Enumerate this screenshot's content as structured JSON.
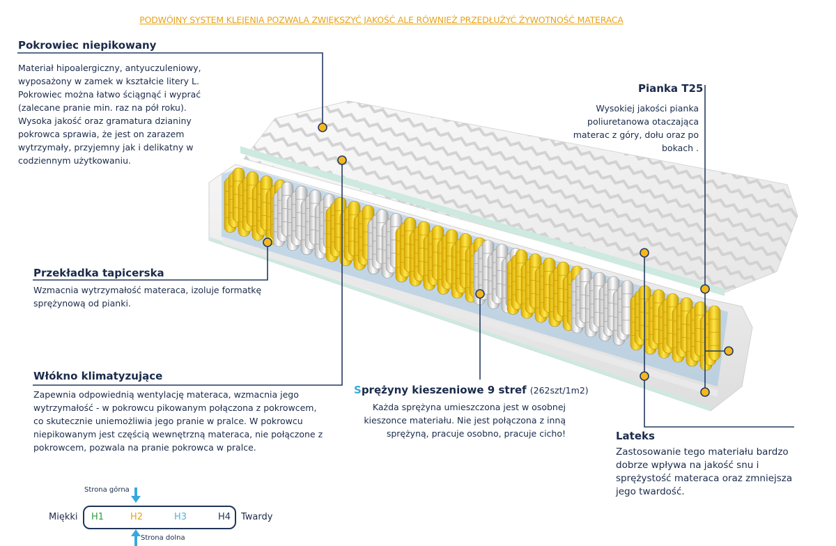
{
  "headline": "PODWÓJNY SYSTEM KLEJENIA POZWALA ZWIĘKSZYĆ JAKOŚĆ ALE RÓWNIEŻ PRZEDŁUŻYĆ ŻYWOTNOŚĆ MATERACA",
  "cover": {
    "title": "Pokrowiec  niepikowany",
    "lines": [
      "Materiał hipoalergiczny, antyuczuleniowy,",
      "wyposażony w zamek w kształcie litery L.",
      "Pokrowiec można łatwo ściągnąć i wyprać",
      "(zalecane pranie min.  raz na pół roku).",
      "Wysoka jakość oraz gramatura dzianiny",
      "pokrowca sprawia, że jest on zarazem",
      "wytrzymały, przyjemny jak i delikatny w",
      "codziennym użytkowaniu."
    ]
  },
  "spacer": {
    "title": "Przekładka tapicerska",
    "lines": [
      "Wzmacnia wytrzymałość materaca, izoluje formatkę",
      "sprężynową od pianki."
    ]
  },
  "fiber": {
    "title": "Włókno klimatyzujące",
    "lines": [
      "Zapewnia odpowiednią wentylację materaca, wzmacnia jego",
      "wytrzymałość - w pokrowcu pikowanym połączona z pokrowcem,",
      "co skutecznie uniemożliwia jego pranie w pralce. W pokrowcu",
      "niepikowanym jest częścią wewnętrzną materaca, nie połączone z",
      "pokrowcem, pozwala na pranie pokrowca w pralce."
    ]
  },
  "foam": {
    "title": "Pianka T25",
    "lines": [
      "Wysokiej jakości pianka",
      "poliuretanowa otaczająca",
      "materac z góry, dołu oraz po",
      "bokach ."
    ]
  },
  "springs": {
    "title_first": "S",
    "title_rest": "prężyny kieszeniowe 9 stref",
    "title_note": "(262szt/1m2)",
    "lines": [
      "Każda sprężyna umieszczona jest w osobnej",
      "kieszonce materiału. Nie jest połączona z inną",
      "sprężyną, pracuje osobno, pracuje cicho!"
    ]
  },
  "latex": {
    "title": "Lateks",
    "lines": [
      "Zastosowanie tego materiału bardzo",
      "dobrze wpływa na jakość snu i",
      "sprężystość materaca oraz zmniejsza",
      "jego twardość."
    ]
  },
  "firmness": {
    "top_side": "Strona górna",
    "bottom_side": "Strona dolna",
    "soft": "Miękki",
    "hard": "Twardy",
    "levels": [
      {
        "label": "H1",
        "color": "#2e9e3c"
      },
      {
        "label": "H2",
        "color": "#e8a317"
      },
      {
        "label": "H3",
        "color": "#4fb6d9"
      },
      {
        "label": "H4",
        "color": "#1d3556"
      }
    ]
  },
  "colors": {
    "accent": "#f4b81c",
    "navy": "#1d3556",
    "arrow": "#38a9dc",
    "headline": "#e8a317"
  }
}
